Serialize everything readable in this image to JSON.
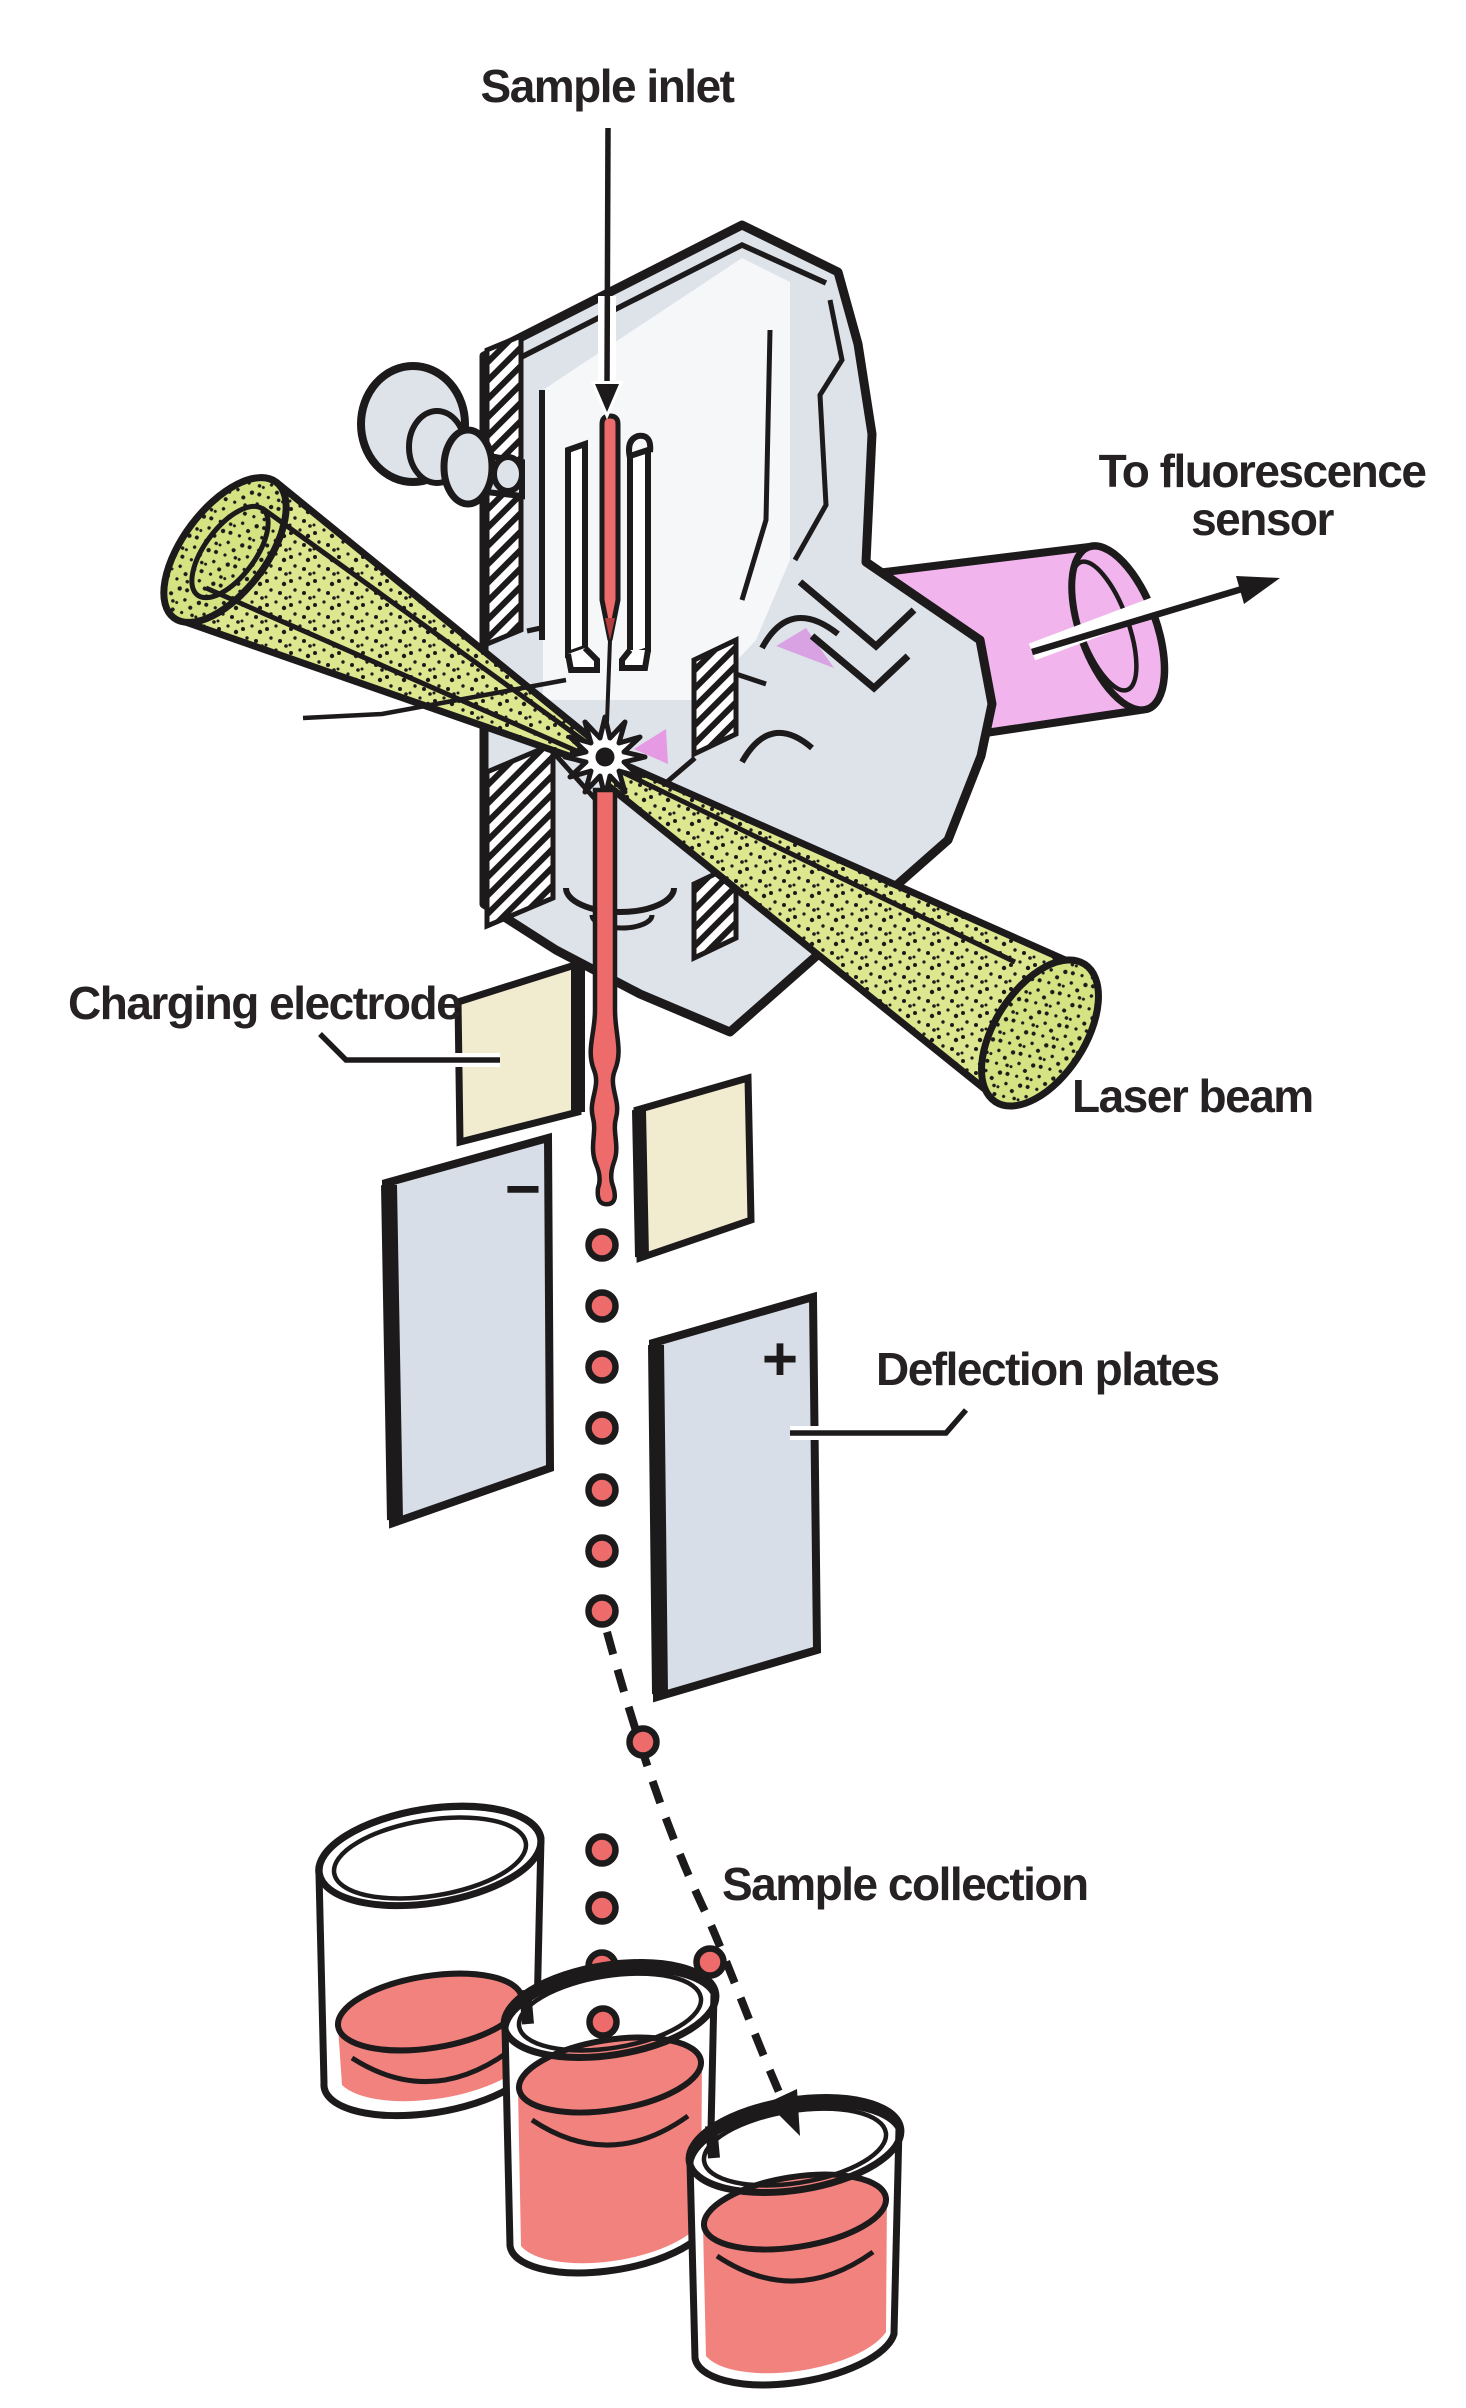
{
  "labels": {
    "sample_inlet": "Sample inlet",
    "fluorescence_line1": "To fluorescence",
    "fluorescence_line2": "sensor",
    "charging_electrode": "Charging electrode",
    "laser_beam": "Laser beam",
    "deflection_plates": "Deflection plates",
    "sample_collection": "Sample collection"
  },
  "signs": {
    "negative_plate": "−",
    "positive_plate": "+"
  },
  "colors": {
    "machine_gray": "#dee3ea",
    "machine_inner": "#f5f7f9",
    "plate_gray": "#d8dee7",
    "electrode_cream": "#f1ebcf",
    "laser_green": "#dde78f",
    "laser_green_cap": "#d6e383",
    "sensor_pink": "#f2b4ec",
    "notch_violet": "#d9a3e3",
    "spark_pink": "#e59ae3",
    "sample_red": "#ee6b6b",
    "sample_red_tip": "#b23c3e",
    "liquid_red": "#f2827e",
    "outline_black": "#1d1a1b"
  }
}
